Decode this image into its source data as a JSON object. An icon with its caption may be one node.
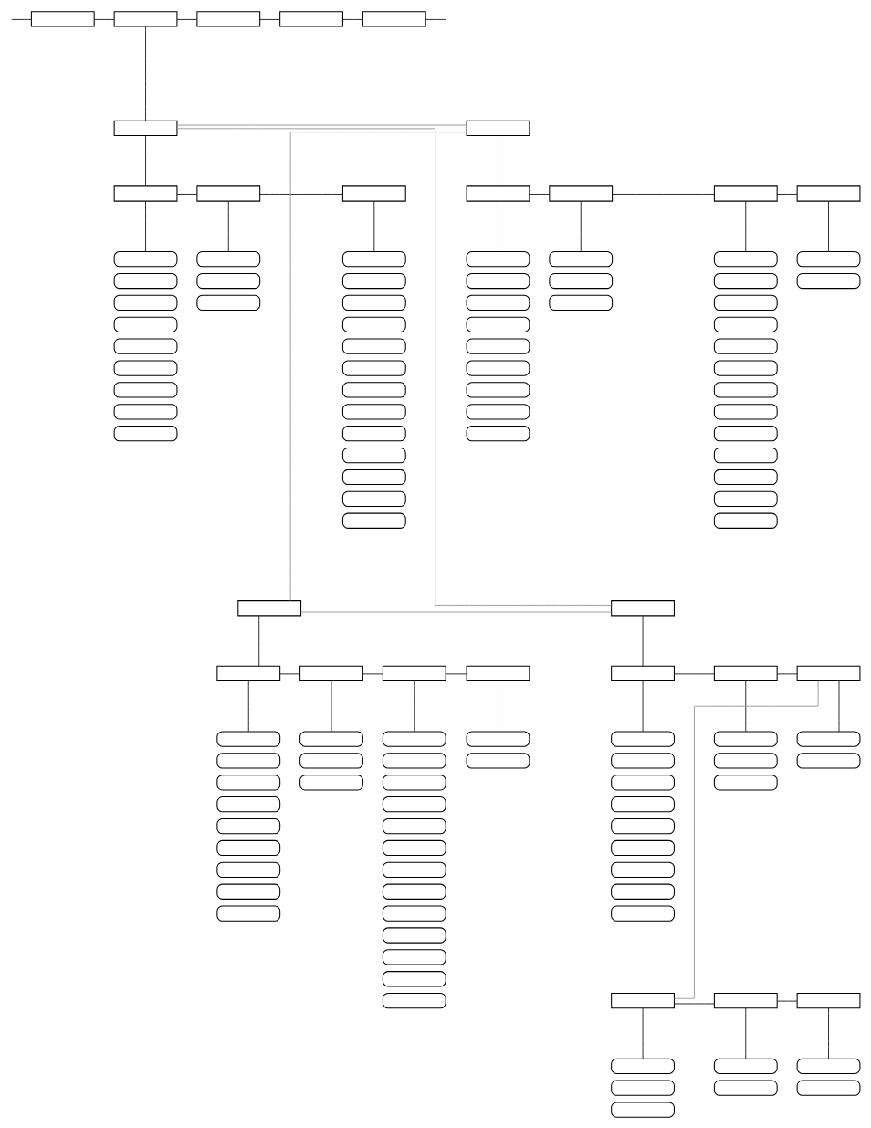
{
  "diagram": {
    "nodes": [
      {
        "text": [],
        "shape": "box"
      },
      {
        "text": [],
        "shape": "box"
      },
      {
        "text": [],
        "shape": "box"
      },
      {
        "text": [],
        "shape": "box"
      },
      {
        "text": [],
        "shape": "box"
      },
      {
        "text": [],
        "shape": "box"
      },
      {
        "text": [],
        "shape": "box"
      },
      {
        "text": [],
        "shape": "pill"
      },
      {
        "text": [],
        "shape": "pill"
      },
      {
        "text": [],
        "shape": "pill"
      },
      {
        "text": [],
        "shape": "pill"
      },
      {
        "text": [],
        "shape": "pill"
      },
      {
        "text": [],
        "shape": "pill"
      },
      {
        "text": [],
        "shape": "pill"
      },
      {
        "text": [],
        "shape": "pill"
      },
      {
        "text": [],
        "shape": "pill"
      },
      {
        "text": [],
        "shape": "box"
      },
      {
        "text": [],
        "shape": "pill"
      },
      {
        "text": [],
        "shape": "pill"
      },
      {
        "text": [],
        "shape": "pill"
      },
      {
        "text": [],
        "shape": "box"
      },
      {
        "text": [],
        "shape": "pill"
      },
      {
        "text": [],
        "shape": "pill"
      },
      {
        "text": [],
        "shape": "pill"
      },
      {
        "text": [],
        "shape": "pill"
      },
      {
        "text": [],
        "shape": "pill"
      },
      {
        "text": [],
        "shape": "pill"
      },
      {
        "text": [],
        "shape": "pill"
      },
      {
        "text": [],
        "shape": "pill"
      },
      {
        "text": [],
        "shape": "pill"
      },
      {
        "text": [],
        "shape": "pill"
      },
      {
        "text": [],
        "shape": "pill"
      },
      {
        "text": [],
        "shape": "pill"
      },
      {
        "text": [],
        "shape": "pill"
      },
      {
        "text": [],
        "shape": "box"
      },
      {
        "text": [],
        "shape": "box"
      },
      {
        "text": [],
        "shape": "pill"
      },
      {
        "text": [],
        "shape": "pill"
      },
      {
        "text": [],
        "shape": "pill"
      },
      {
        "text": [],
        "shape": "pill"
      },
      {
        "text": [],
        "shape": "pill"
      },
      {
        "text": [],
        "shape": "pill"
      },
      {
        "text": [],
        "shape": "pill"
      },
      {
        "text": [],
        "shape": "pill"
      },
      {
        "text": [],
        "shape": "pill"
      },
      {
        "text": [],
        "shape": "box"
      },
      {
        "text": [],
        "shape": "pill"
      },
      {
        "text": [],
        "shape": "pill"
      },
      {
        "text": [],
        "shape": "pill"
      },
      {
        "text": [],
        "shape": "box"
      },
      {
        "text": [],
        "shape": "pill"
      },
      {
        "text": [],
        "shape": "pill"
      },
      {
        "text": [],
        "shape": "pill"
      },
      {
        "text": [],
        "shape": "pill"
      },
      {
        "text": [],
        "shape": "pill"
      },
      {
        "text": [],
        "shape": "pill"
      },
      {
        "text": [],
        "shape": "pill"
      },
      {
        "text": [],
        "shape": "pill"
      },
      {
        "text": [],
        "shape": "pill"
      },
      {
        "text": [],
        "shape": "pill"
      },
      {
        "text": [],
        "shape": "pill"
      },
      {
        "text": [],
        "shape": "pill"
      },
      {
        "text": [],
        "shape": "pill"
      },
      {
        "text": [],
        "shape": "box"
      },
      {
        "text": [],
        "shape": "pill"
      },
      {
        "text": [],
        "shape": "pill"
      },
      {
        "text": [],
        "shape": "box"
      },
      {
        "text": [],
        "shape": "box"
      },
      {
        "text": [],
        "shape": "pill"
      },
      {
        "text": [],
        "shape": "pill"
      },
      {
        "text": [],
        "shape": "pill"
      },
      {
        "text": [],
        "shape": "pill"
      },
      {
        "text": [],
        "shape": "pill"
      },
      {
        "text": [],
        "shape": "pill"
      },
      {
        "text": [],
        "shape": "pill"
      },
      {
        "text": [],
        "shape": "pill"
      },
      {
        "text": [],
        "shape": "pill"
      },
      {
        "text": [],
        "shape": "box"
      },
      {
        "text": [],
        "shape": "pill"
      },
      {
        "text": [],
        "shape": "pill"
      },
      {
        "text": [],
        "shape": "pill"
      },
      {
        "text": [],
        "shape": "box"
      },
      {
        "text": [],
        "shape": "pill"
      },
      {
        "text": [],
        "shape": "pill"
      },
      {
        "text": [],
        "shape": "pill"
      },
      {
        "text": [],
        "shape": "pill"
      },
      {
        "text": [],
        "shape": "pill"
      },
      {
        "text": [],
        "shape": "pill"
      },
      {
        "text": [],
        "shape": "pill"
      },
      {
        "text": [],
        "shape": "pill"
      },
      {
        "text": [],
        "shape": "pill"
      },
      {
        "text": [],
        "shape": "pill"
      },
      {
        "text": [],
        "shape": "pill"
      },
      {
        "text": [],
        "shape": "pill"
      },
      {
        "text": [],
        "shape": "pill"
      },
      {
        "text": [],
        "shape": "box"
      },
      {
        "text": [],
        "shape": "pill"
      },
      {
        "text": [],
        "shape": "pill"
      },
      {
        "text": [],
        "shape": "box"
      },
      {
        "text": [],
        "shape": "box"
      },
      {
        "text": [],
        "shape": "pill"
      },
      {
        "text": [],
        "shape": "pill"
      },
      {
        "text": [],
        "shape": "pill"
      },
      {
        "text": [],
        "shape": "pill"
      },
      {
        "text": [],
        "shape": "pill"
      },
      {
        "text": [],
        "shape": "pill"
      },
      {
        "text": [],
        "shape": "pill"
      },
      {
        "text": [],
        "shape": "pill"
      },
      {
        "text": [],
        "shape": "pill"
      },
      {
        "text": [],
        "shape": "box"
      },
      {
        "text": [],
        "shape": "pill"
      },
      {
        "text": [],
        "shape": "pill"
      },
      {
        "text": [],
        "shape": "pill"
      },
      {
        "text": [],
        "shape": "box"
      },
      {
        "text": [],
        "shape": "pill"
      },
      {
        "text": [],
        "shape": "pill"
      },
      {
        "text": [],
        "shape": "box"
      },
      {
        "text": [],
        "shape": "pill"
      },
      {
        "text": [],
        "shape": "pill"
      },
      {
        "text": [],
        "shape": "pill"
      },
      {
        "text": [],
        "shape": "box"
      },
      {
        "text": [],
        "shape": "pill"
      },
      {
        "text": [],
        "shape": "pill"
      },
      {
        "text": [],
        "shape": "box"
      },
      {
        "text": [],
        "shape": "pill"
      },
      {
        "text": [],
        "shape": "pill"
      }
    ],
    "edges": [
      {
        "from": null,
        "to": 0,
        "arrow": "none"
      },
      {
        "from": 0,
        "to": 1,
        "arrow": "none"
      },
      {
        "from": 1,
        "to": 2,
        "arrow": "none"
      },
      {
        "from": 2,
        "to": 3,
        "arrow": "none"
      },
      {
        "from": 3,
        "to": 4,
        "arrow": "none"
      },
      {
        "from": 4,
        "to": null,
        "arrow": "none"
      },
      {
        "from": 1,
        "to": 5,
        "arrow": "none"
      },
      {
        "from": 5,
        "to": 34,
        "arrow": "none",
        "color": "#999999"
      },
      {
        "from": 5,
        "to": 6,
        "arrow": "none"
      },
      {
        "from": 6,
        "to": 16,
        "arrow": "none"
      },
      {
        "from": 16,
        "to": 20,
        "arrow": "none"
      },
      {
        "from": 6,
        "to": 7,
        "arrow": "none"
      },
      {
        "from": 16,
        "to": 17,
        "arrow": "none"
      },
      {
        "from": 20,
        "to": 21,
        "arrow": "none"
      },
      {
        "from": 34,
        "to": 35,
        "arrow": "none"
      },
      {
        "from": 35,
        "to": 45,
        "arrow": "none"
      },
      {
        "from": 45,
        "to": 49,
        "arrow": "none"
      },
      {
        "from": 49,
        "to": 63,
        "arrow": "none"
      },
      {
        "from": 35,
        "to": 36,
        "arrow": "none"
      },
      {
        "from": 45,
        "to": 46,
        "arrow": "none"
      },
      {
        "from": 49,
        "to": 50,
        "arrow": "none"
      },
      {
        "from": 63,
        "to": 64,
        "arrow": "none"
      },
      {
        "from": 34,
        "to": 66,
        "arrow": "none",
        "color": "#999999"
      },
      {
        "from": 66,
        "to": 98,
        "arrow": "none",
        "color": "#999999"
      },
      {
        "from": 66,
        "to": 67,
        "arrow": "none"
      },
      {
        "from": 67,
        "to": 77,
        "arrow": "none"
      },
      {
        "from": 77,
        "to": 81,
        "arrow": "none"
      },
      {
        "from": 81,
        "to": 95,
        "arrow": "none"
      },
      {
        "from": 67,
        "to": 68,
        "arrow": "none"
      },
      {
        "from": 77,
        "to": 78,
        "arrow": "none"
      },
      {
        "from": 81,
        "to": 82,
        "arrow": "none"
      },
      {
        "from": 95,
        "to": 96,
        "arrow": "none"
      },
      {
        "from": 98,
        "to": 5,
        "arrow": "none",
        "color": "#999999"
      },
      {
        "from": 98,
        "to": 99,
        "arrow": "none"
      },
      {
        "from": 99,
        "to": 109,
        "arrow": "none"
      },
      {
        "from": 109,
        "to": 113,
        "arrow": "none"
      },
      {
        "from": 99,
        "to": 100,
        "arrow": "none"
      },
      {
        "from": 109,
        "to": 110,
        "arrow": "none"
      },
      {
        "from": 113,
        "to": 114,
        "arrow": "none"
      },
      {
        "from": 113,
        "to": 116,
        "arrow": "none",
        "color": "#999999"
      },
      {
        "from": 116,
        "to": 120,
        "arrow": "none"
      },
      {
        "from": 120,
        "to": 123,
        "arrow": "none"
      },
      {
        "from": 116,
        "to": 117,
        "arrow": "none"
      },
      {
        "from": 120,
        "to": 121,
        "arrow": "none"
      },
      {
        "from": 123,
        "to": 124,
        "arrow": "none"
      }
    ]
  }
}
